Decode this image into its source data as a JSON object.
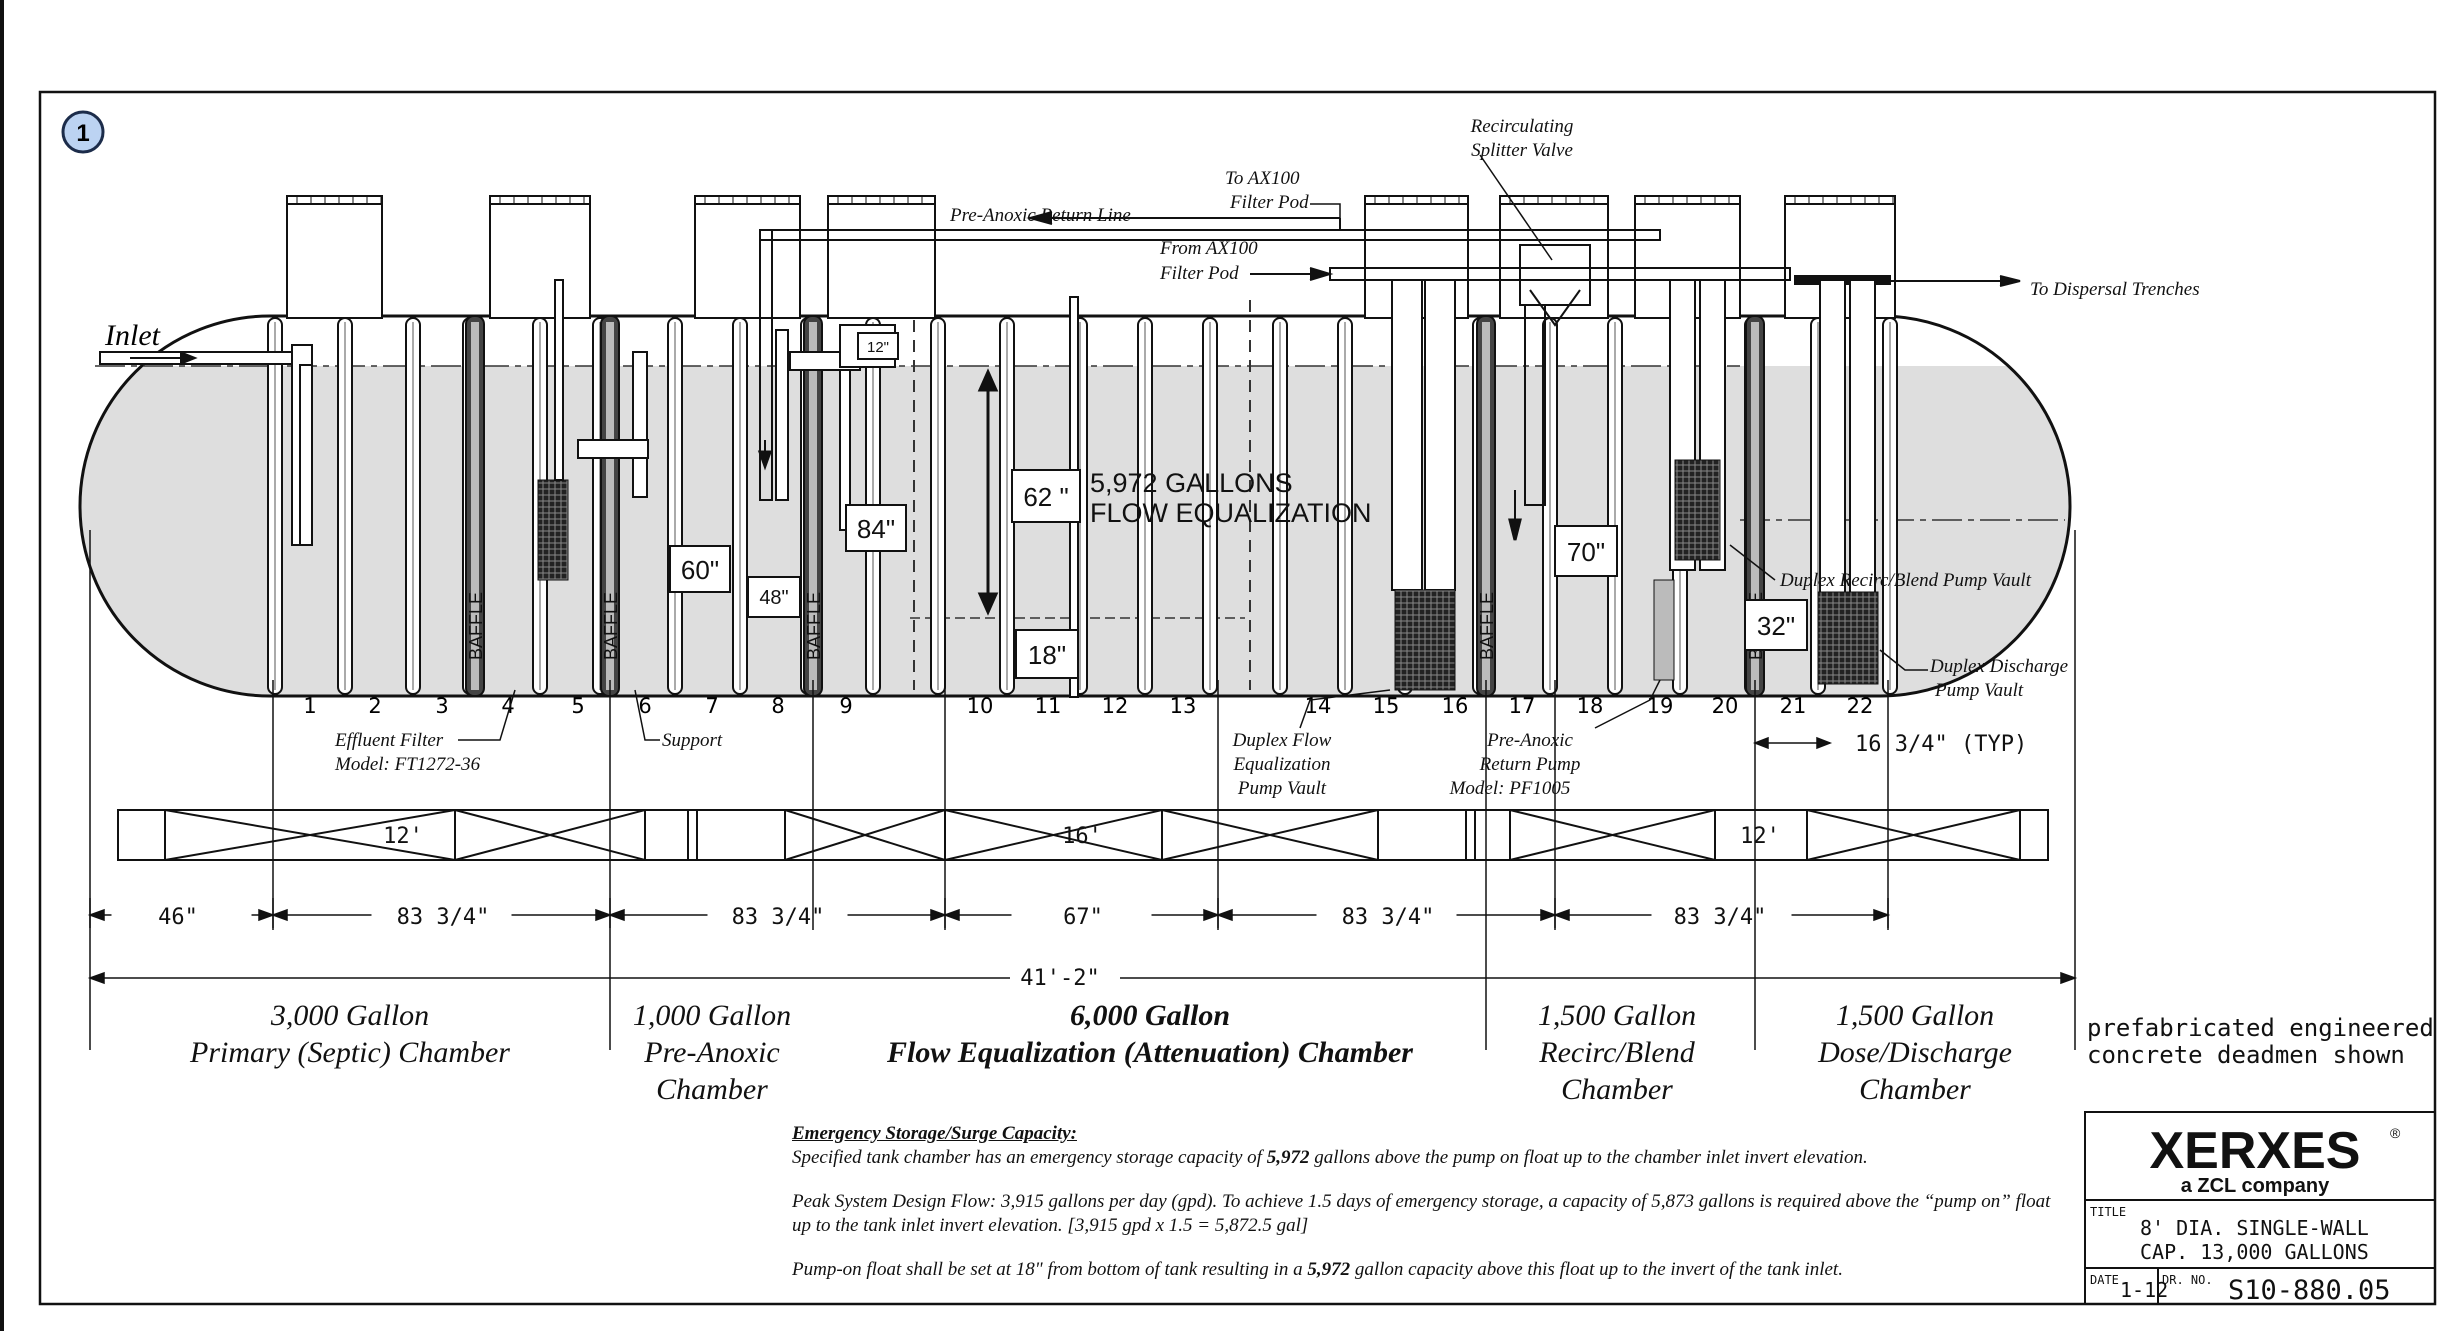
{
  "sheet": {
    "callout": "1",
    "inlet": "Inlet",
    "labels": {
      "recirc_valve": [
        "Recirculating",
        "Splitter Valve"
      ],
      "to_ax100": [
        "To AX100",
        "Filter Pod"
      ],
      "from_ax100": [
        "From AX100",
        "Filter Pod"
      ],
      "pre_anoxic_return": "Pre-Anoxic Return Line",
      "to_dispersal": "To Dispersal Trenches",
      "effluent_filter": [
        "Effluent Filter",
        "Model: FT1272-36"
      ],
      "support": "Support",
      "dup_flow_eq": [
        "Duplex Flow",
        "Equalization",
        "Pump Vault"
      ],
      "pre_anoxic_pump": [
        "Pre-Anoxic",
        "Return Pump",
        "Model: PF1005"
      ],
      "dup_recirc": "Duplex Recirc/Blend Pump Vault",
      "dup_discharge": [
        "Duplex Discharge",
        "Pump Vault"
      ],
      "typ": "16 3/4\" (TYP)",
      "baffle": "BAFFLE",
      "gallons": [
        "5,972 GALLONS",
        "FLOW EQUALIZATION"
      ]
    },
    "level_boxes": [
      "60\"",
      "48\"",
      "84\"",
      "62 \"",
      "18\"",
      "70\"",
      "32\"",
      "12\""
    ],
    "rib_numbers": [
      "1",
      "2",
      "3",
      "4",
      "5",
      "6",
      "7",
      "8",
      "9",
      "10",
      "11",
      "12",
      "13",
      "14",
      "15",
      "16",
      "17",
      "18",
      "19",
      "20",
      "21",
      "22"
    ],
    "deadmen": [
      "12'",
      "16'",
      "12'"
    ],
    "dimensions": [
      "46\"",
      "83 3/4\"",
      "83 3/4\"",
      "67\"",
      "83 3/4\"",
      "83 3/4\""
    ],
    "overall": "41'-2\"",
    "chambers": [
      {
        "lines": [
          "3,000 Gallon",
          "Primary (Septic) Chamber"
        ]
      },
      {
        "lines": [
          "1,000 Gallon",
          "Pre-Anoxic",
          "Chamber"
        ]
      },
      {
        "lines": [
          "6,000 Gallon",
          "Flow Equalization (Attenuation) Chamber"
        ]
      },
      {
        "lines": [
          "1,500 Gallon",
          "Recirc/Blend",
          "Chamber"
        ]
      },
      {
        "lines": [
          "1,500 Gallon",
          "Dose/Discharge",
          "Chamber"
        ]
      }
    ],
    "deadmen_note": [
      "prefabricated engineered",
      "concrete deadmen shown"
    ]
  },
  "notes": {
    "heading": "Emergency Storage/Surge Capacity:",
    "p1_a": "Specified tank chamber has an emergency storage capacity of ",
    "p1_b": "5,972",
    "p1_c": " gallons above the pump on float up to the chamber inlet invert elevation.",
    "p2": "Peak System Design Flow: 3,915 gallons per day (gpd). To achieve 1.5 days of emergency storage, a capacity of 5,873 gallons is required above the “pump on” float up to the tank inlet invert elevation. [3,915 gpd x 1.5 = 5,872.5 gal]",
    "p3_a": "Pump-on float shall be set at 18\" from bottom of tank resulting in a ",
    "p3_b": "5,972",
    "p3_c": " gallon capacity above this float up to the invert of the tank inlet."
  },
  "titleblock": {
    "brand": "XERXES",
    "brand_mark": "®",
    "tagline": "a ZCL company",
    "title_label": "TITLE",
    "title_lines": [
      "8' DIA. SINGLE-WALL",
      "CAP. 13,000 GALLONS"
    ],
    "date_label": "DATE",
    "date": "1-12",
    "drno_label": "DR. NO.",
    "drno": "S10-880.05"
  }
}
